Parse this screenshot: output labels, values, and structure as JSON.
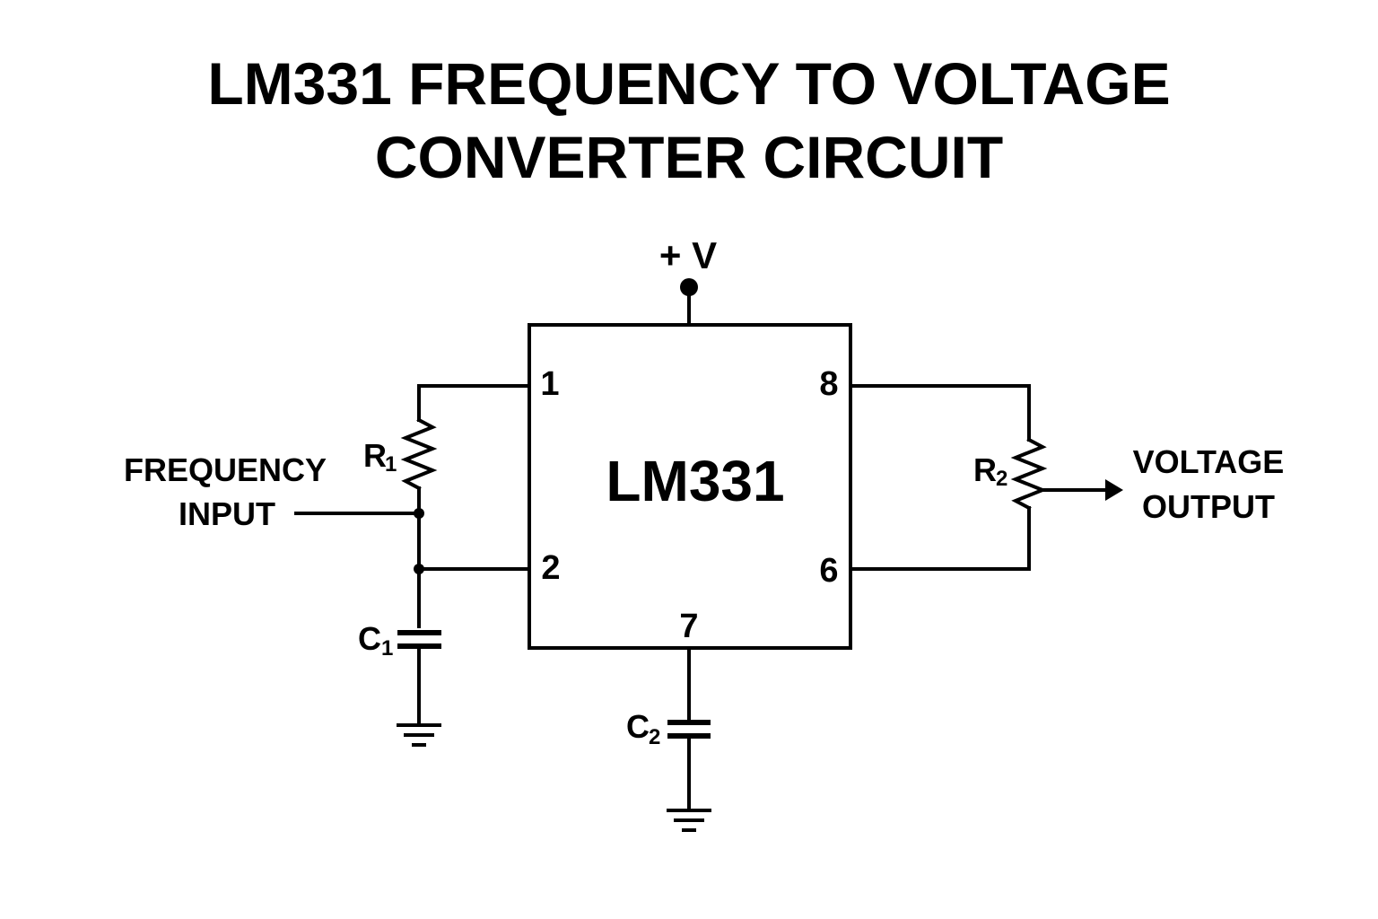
{
  "title": {
    "line1": "LM331 FREQUENCY TO VOLTAGE",
    "line2": "CONVERTER CIRCUIT"
  },
  "chip": {
    "name": "LM331",
    "pins": {
      "pin1": "1",
      "pin2": "2",
      "pin6": "6",
      "pin7": "7",
      "pin8": "8"
    }
  },
  "supply": {
    "label": "+ V"
  },
  "input": {
    "line1": "FREQUENCY",
    "line2": "INPUT"
  },
  "output": {
    "line1": "VOLTAGE",
    "line2": "OUTPUT"
  },
  "components": {
    "r1": {
      "letter": "R",
      "sub": "1"
    },
    "r2": {
      "letter": "R",
      "sub": "2"
    },
    "c1": {
      "letter": "C",
      "sub": "1"
    },
    "c2": {
      "letter": "C",
      "sub": "2"
    }
  }
}
